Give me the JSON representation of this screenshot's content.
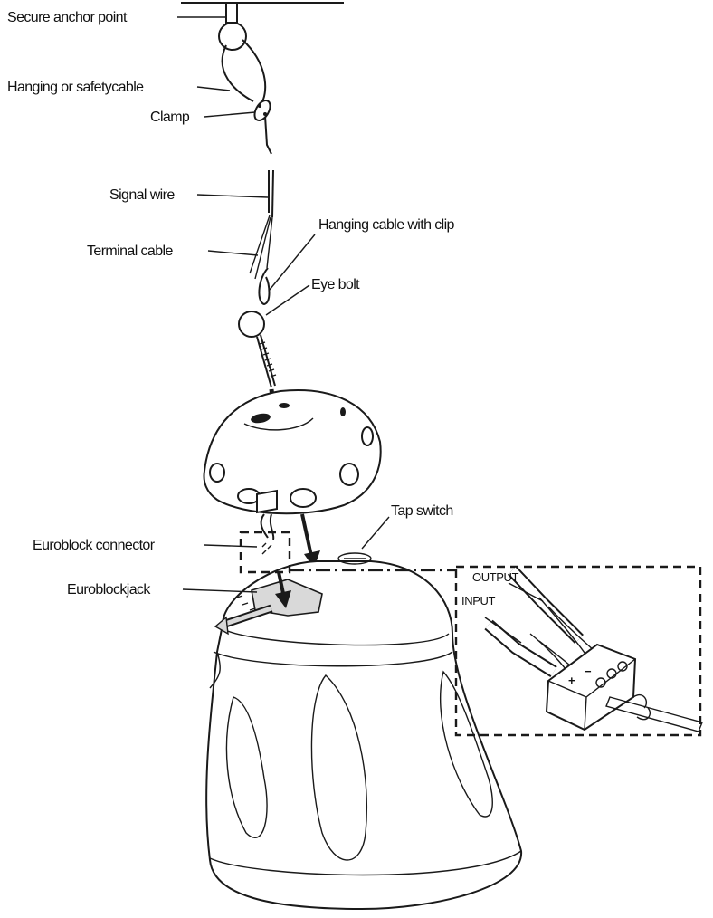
{
  "labels": {
    "secure_anchor_point": "Secure anchor point",
    "hanging_or_safety_cable": "Hanging or safetycable",
    "clamp": "Clamp",
    "signal_wire": "Signal wire",
    "hanging_cable_with_clip": "Hanging cable with clip",
    "terminal_cable": "Terminal cable",
    "eye_bolt": "Eye bolt",
    "tap_switch": "Tap switch",
    "euroblock_connector": "Euroblock connector",
    "euroblock_jack": "Euroblockjack",
    "output": "OUTPUT",
    "input": "INPUT"
  },
  "terminal_marks": {
    "plus": "+",
    "minus": "−"
  },
  "colors": {
    "line": "#1a1a1a",
    "fill_gray": "#d9d9d9",
    "background": "#ffffff"
  }
}
